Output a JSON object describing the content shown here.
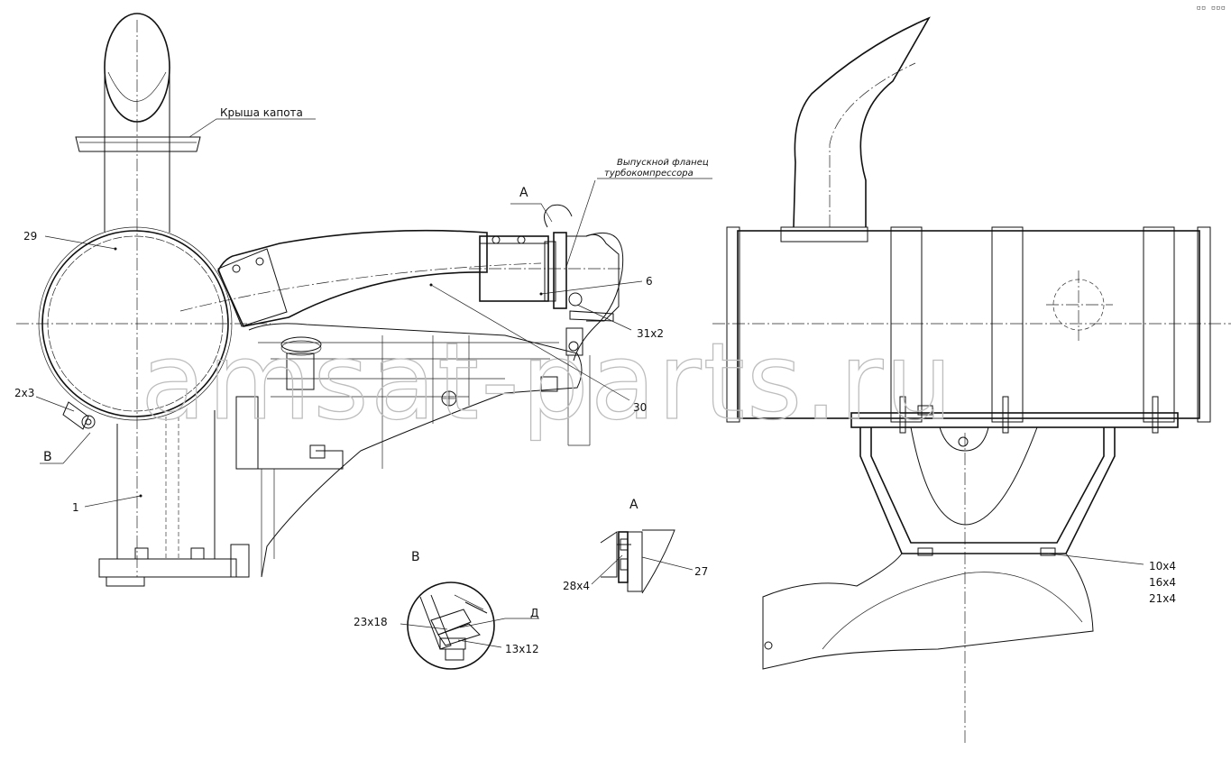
{
  "labels": {
    "roof": "Крыша капота",
    "flange_line1": "Выпускной фланец",
    "flange_line2": "турбокомпрессора",
    "view_a": "А",
    "view_b_main": "В",
    "view_b_detail": "В",
    "view_a_detail": "А",
    "d": "Д",
    "p29": "29",
    "p2x3": "2х3",
    "p1": "1",
    "p6": "6",
    "p31x2": "31х2",
    "p30": "30",
    "p28x4": "28х4",
    "p27": "27",
    "p23x18": "23х18",
    "p13x12": "13х12",
    "p10x4": "10х4",
    "p16x4": "16х4",
    "p21x4": "21х4"
  },
  "watermark": "amsat-parts.ru",
  "corner_marks": "▫▫ ▫▫▫"
}
